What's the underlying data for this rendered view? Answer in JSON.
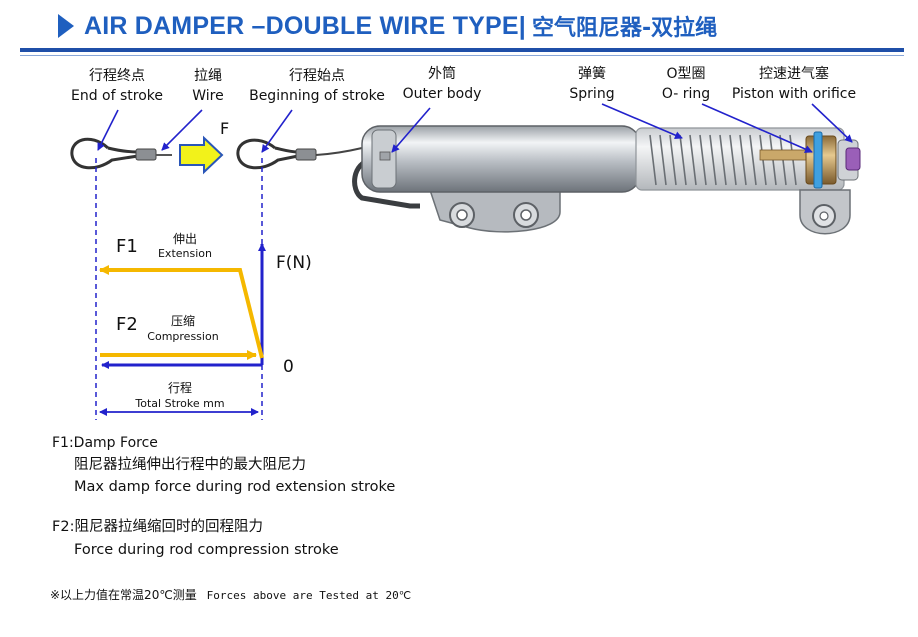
{
  "title": {
    "en": "AIR DAMPER –DOUBLE WIRE TYPE|",
    "cn": "空气阻尼器-双拉绳"
  },
  "labels": {
    "end_of_stroke": {
      "cn": "行程终点",
      "en": "End of stroke"
    },
    "wire": {
      "cn": "拉绳",
      "en": "Wire"
    },
    "beginning": {
      "cn": "行程始点",
      "en": "Beginning of stroke"
    },
    "outer_body": {
      "cn": "外筒",
      "en": "Outer body"
    },
    "spring": {
      "cn": "弹簧",
      "en": "Spring"
    },
    "o_ring": {
      "cn": "O型圈",
      "en": "O- ring"
    },
    "piston": {
      "cn": "控速进气塞",
      "en": "Piston with orifice"
    },
    "force": "F"
  },
  "chart": {
    "f1": {
      "name": "F1",
      "cn": "伸出",
      "en": "Extension"
    },
    "f2": {
      "name": "F2",
      "cn": "压缩",
      "en": "Compression"
    },
    "y_axis": "F(N)",
    "origin": "0",
    "stroke": {
      "cn": "行程",
      "en": "Total Stroke mm"
    }
  },
  "notes": {
    "f1_title": "F1:Damp Force",
    "f1_cn": "阻尼器拉绳伸出行程中的最大阻尼力",
    "f1_en": "Max damp force during rod extension stroke",
    "f2_title": "F2:阻尼器拉绳缩回时的回程阻力",
    "f2_en": "Force during rod compression stroke",
    "footer_cn": "※以上力值在常温20℃测量",
    "footer_en": "Forces above are Tested at 20℃"
  },
  "colors": {
    "accent": "#1f5fbf",
    "arrow": "#2222cc",
    "curve": "#f5b800",
    "dash": "#2222cc"
  }
}
